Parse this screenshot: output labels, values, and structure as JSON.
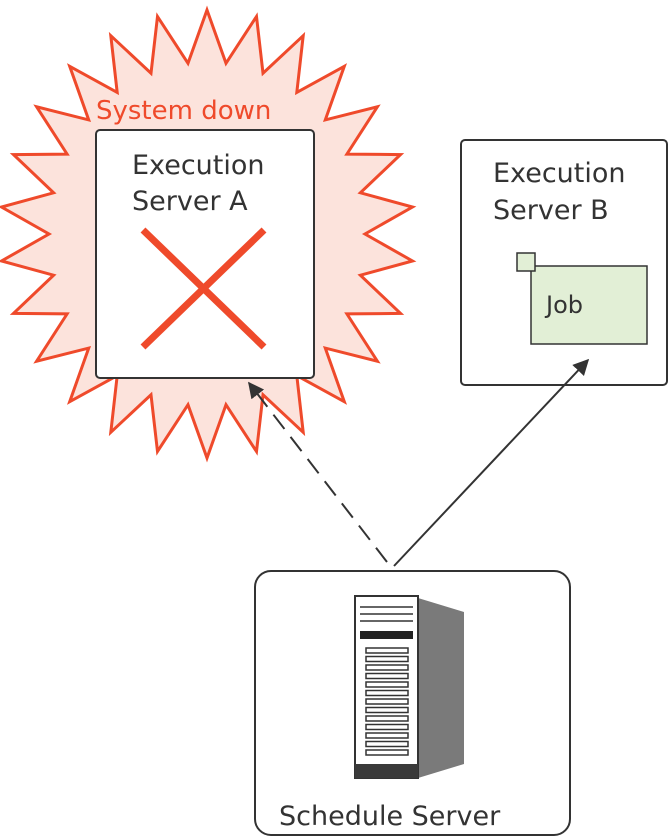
{
  "diagram": {
    "alert_label": "System down",
    "server_a": {
      "line1": "Execution",
      "line2": "Server A",
      "status_icon": "x-mark-icon"
    },
    "server_b": {
      "line1": "Execution",
      "line2": "Server B"
    },
    "job_label": "Job",
    "schedule_server_label": "Schedule Server",
    "server_icon": "server-tower-icon"
  },
  "colors": {
    "alert": "#ef4a2b",
    "alert_fill": "#fce3dc",
    "job_fill": "#e2efd6",
    "box_stroke": "#333333"
  }
}
